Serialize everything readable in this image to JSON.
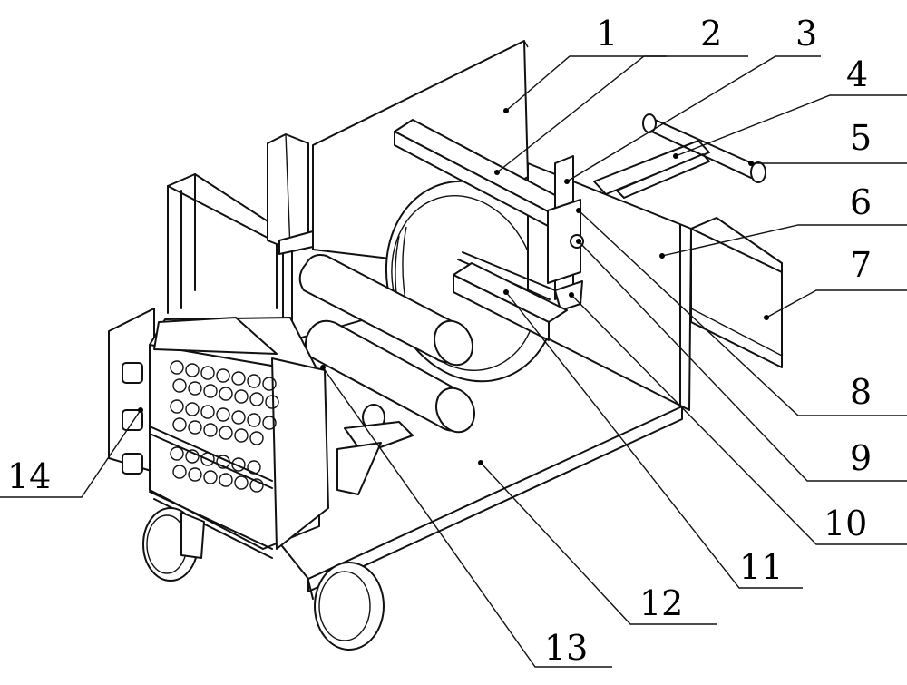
{
  "diagram": {
    "parts": [
      {
        "number": "1"
      },
      {
        "number": "2"
      },
      {
        "number": "3"
      },
      {
        "number": "4"
      },
      {
        "number": "5"
      },
      {
        "number": "6"
      },
      {
        "number": "7"
      },
      {
        "number": "8"
      },
      {
        "number": "9"
      },
      {
        "number": "10"
      },
      {
        "number": "11"
      },
      {
        "number": "12"
      },
      {
        "number": "13"
      },
      {
        "number": "14"
      }
    ]
  }
}
